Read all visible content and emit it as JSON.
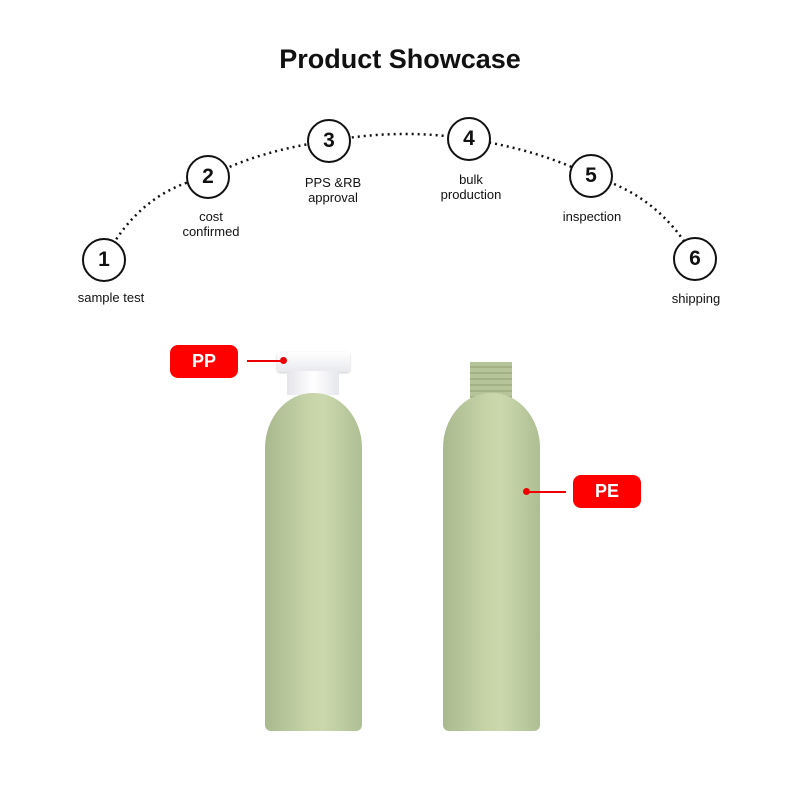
{
  "title": "Product Showcase",
  "steps": [
    {
      "num": "1",
      "label": "sample test"
    },
    {
      "num": "2",
      "label": "cost confirmed"
    },
    {
      "num": "3",
      "label": "PPS &RB approval"
    },
    {
      "num": "4",
      "label": "bulk production"
    },
    {
      "num": "5",
      "label": "inspection"
    },
    {
      "num": "6",
      "label": "shipping"
    }
  ],
  "tags": {
    "cap": "PP",
    "bottle": "PE"
  },
  "colors": {
    "tag": "#ff0000",
    "bottle": "#bccb9f"
  }
}
